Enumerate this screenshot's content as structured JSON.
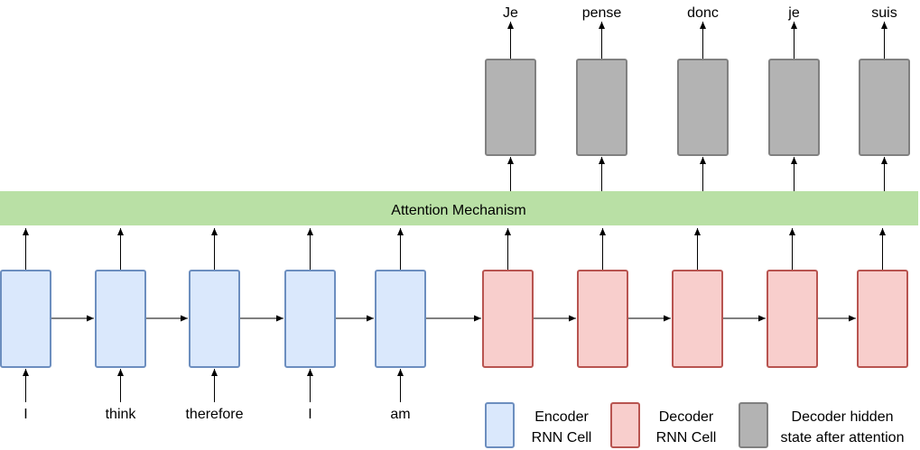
{
  "colors": {
    "encoder_fill": "#dae8fc",
    "encoder_stroke": "#6c8ebf",
    "decoder_fill": "#f8cecc",
    "decoder_stroke": "#b85450",
    "hidden_fill": "#b3b3b3",
    "hidden_stroke": "#808080",
    "attention_fill": "#b9e0a5",
    "arrow": "#000000"
  },
  "attention": {
    "label": "Attention Mechanism"
  },
  "encoder": {
    "inputs": [
      "I",
      "think",
      "therefore",
      "I",
      "am"
    ]
  },
  "decoder": {
    "cell_count": 5,
    "outputs": [
      "Je",
      "pense",
      "donc",
      "je",
      "suis"
    ]
  },
  "legend": {
    "encoder": {
      "line1": "Encoder",
      "line2": "RNN Cell"
    },
    "decoder": {
      "line1": "Decoder",
      "line2": "RNN Cell"
    },
    "hidden": {
      "line1": "Decoder hidden",
      "line2": "state after attention"
    }
  }
}
